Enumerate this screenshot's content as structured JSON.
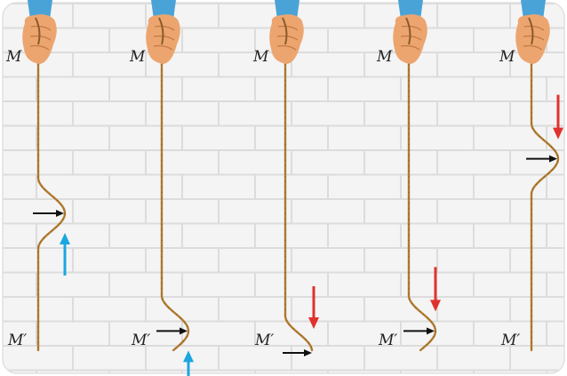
{
  "colors": {
    "rope": "#b07a2e",
    "rope_dark": "#7a4a12",
    "hand": "#eca56f",
    "sleeve": "#4aa3d6",
    "arrow_up": "#1ba6e0",
    "arrow_down": "#e0322c",
    "arrow_horizontal": "#111111",
    "wall": "#f4f4f4",
    "mortar": "#dcdcdc"
  },
  "icons": {
    "hand": "hand-icon",
    "arrow_up": "arrow-up-icon",
    "arrow_down": "arrow-down-icon",
    "arrow_right": "arrow-right-icon"
  },
  "panels": [
    {
      "top_label": "M",
      "bottom_label": "M′",
      "pulse_position": 0.52,
      "pulse_at_end": false,
      "vertical_arrow": "up"
    },
    {
      "top_label": "M",
      "bottom_label": "M′",
      "pulse_position": 0.93,
      "pulse_at_end": false,
      "vertical_arrow": "up"
    },
    {
      "top_label": "M",
      "bottom_label": "M′",
      "pulse_position": 1.0,
      "pulse_at_end": true,
      "vertical_arrow": "down"
    },
    {
      "top_label": "M",
      "bottom_label": "M′",
      "pulse_position": 0.93,
      "pulse_at_end": false,
      "vertical_arrow": "down"
    },
    {
      "top_label": "M",
      "bottom_label": "M′",
      "pulse_position": 0.33,
      "pulse_at_end": false,
      "vertical_arrow": "down"
    }
  ]
}
